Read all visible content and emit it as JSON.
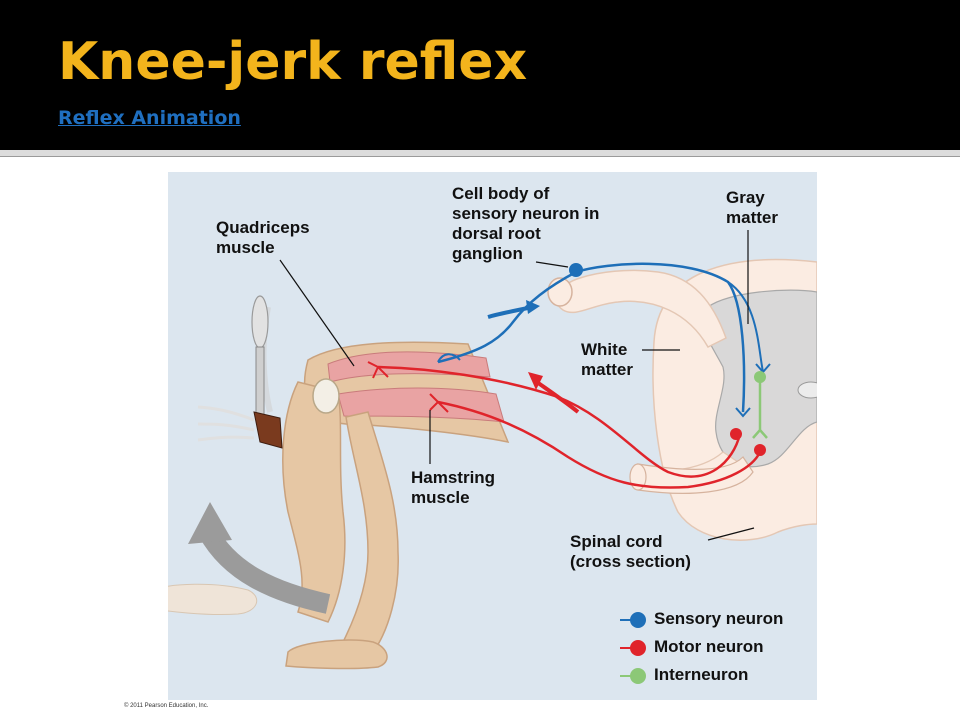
{
  "slide": {
    "title": "Knee-jerk reflex",
    "link_text": "Reflex Animation"
  },
  "labels": {
    "quadriceps": [
      "Quadriceps",
      "muscle"
    ],
    "cell_body": [
      "Cell body of",
      "sensory neuron in",
      "dorsal root",
      "ganglion"
    ],
    "gray_matter": [
      "Gray",
      "matter"
    ],
    "white_matter": [
      "White",
      "matter"
    ],
    "hamstring": [
      "Hamstring",
      "muscle"
    ],
    "spinal_cord": [
      "Spinal cord",
      "(cross section)"
    ]
  },
  "legend": [
    {
      "label": "Sensory neuron",
      "color": "#1e6fb8"
    },
    {
      "label": "Motor neuron",
      "color": "#e0242b"
    },
    {
      "label": "Interneuron",
      "color": "#8cc877"
    }
  ],
  "copyright": "© 2011 Pearson Education, Inc.",
  "colors": {
    "title": "#f3b41c",
    "link": "#1f6fc0",
    "sensory": "#1e6fb8",
    "motor": "#e0242b",
    "inter": "#8cc877",
    "figure_bg": "#dce6ef"
  }
}
